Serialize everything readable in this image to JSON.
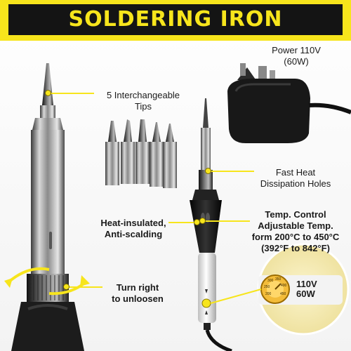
{
  "title": "SOLDERING IRON",
  "labels": {
    "power_line1": "Power 110V",
    "power_line2": "(60W)",
    "tips_line1": "5 Interchangeable",
    "tips_line2": "Tips",
    "holes_line1": "Fast Heat",
    "holes_line2": "Dissipation Holes",
    "insulated_line1": "Heat-insulated,",
    "insulated_line2": "Anti-scalding",
    "temp_line1": "Temp. Control",
    "temp_line2": "Adjustable Temp.",
    "temp_line3": "form 200°C to 450°C",
    "temp_line4": "(392°F to 842°F)",
    "turn_line1": "Turn right",
    "turn_line2": "to unloosen",
    "dial_v": "110V",
    "dial_w": "60W",
    "dial_numbers": [
      "200",
      "250",
      "300",
      "350",
      "400",
      "450"
    ]
  },
  "colors": {
    "accent_yellow": "#f7e51c",
    "banner_black": "#141414",
    "text": "#1a1a1a"
  }
}
